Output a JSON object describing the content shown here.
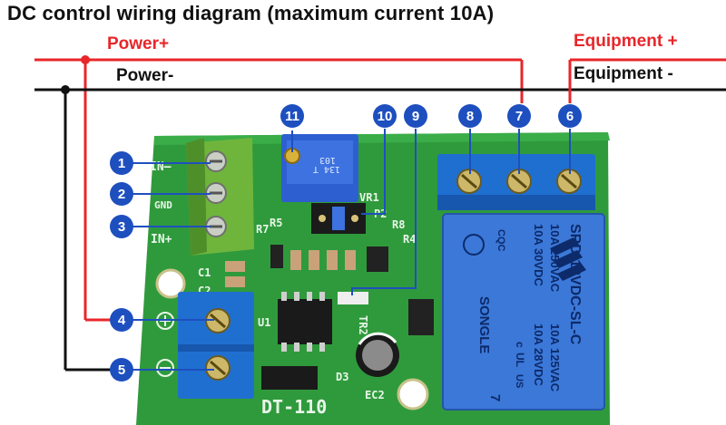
{
  "title": "DC control wiring diagram (maximum current 10A)",
  "wires": {
    "power_plus": "Power+",
    "power_minus": "Power-",
    "equipment_plus": "Equipment +",
    "equipment_minus": "Equipment -"
  },
  "colors": {
    "wire_red": "#e8262a",
    "wire_black": "#111111",
    "pcb_green": "#2f9a3c",
    "terminal_blue": "#1f6fd0",
    "terminal_green": "#6fb53c",
    "marker_blue": "#1e4fbf",
    "relay_blue": "#3b78d8"
  },
  "markers": [
    "1",
    "2",
    "3",
    "4",
    "5",
    "6",
    "7",
    "8",
    "9",
    "10",
    "11"
  ],
  "silkscreen": {
    "in_minus": "IN—",
    "gnd": "GND",
    "in_plus": "IN+",
    "vr1": "VR1",
    "p2": "P2",
    "r5": "R5",
    "r7": "R7",
    "r8": "R8",
    "r4": "R4",
    "c1": "C1",
    "c2": "C2",
    "u1": "U1",
    "d3": "D3",
    "ec2": "EC2",
    "tr2": "TR2",
    "board_name": "DT-110",
    "pot_line1": "103",
    "pot_line2": "134 T"
  },
  "relay": {
    "brand": "SONGLE",
    "model": "SRD-12VDC-SL-C",
    "rating1": "10A 250VAC",
    "rating2": "10A 30VDC",
    "rating3": "10A 125VAC",
    "rating4": "10A 28VDC",
    "cqc": "CQC",
    "us": "US",
    "ul": "UL",
    "c": "c",
    "num": "7"
  }
}
